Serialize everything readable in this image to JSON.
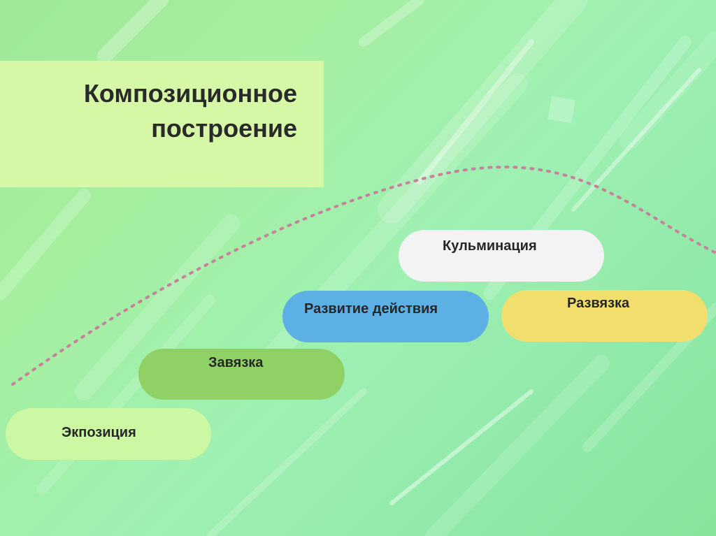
{
  "title": {
    "line1": "Композиционное",
    "line2": "построение"
  },
  "stages": {
    "exposition": "Экпозиция",
    "zavyazka": "Завязка",
    "razvitie": "Развитие действия",
    "kulminaciya": "Кульминация",
    "razvyazka": "Развязка"
  },
  "colors": {
    "title_box": "#d5f7a6",
    "exposition": "#ccf7a3",
    "zavyazka": "#8fd164",
    "razvitie": "#5db0e3",
    "kulminaciya": "#f3f3f3",
    "razvyazka": "#f1de6c",
    "curve": "#c7819c"
  }
}
